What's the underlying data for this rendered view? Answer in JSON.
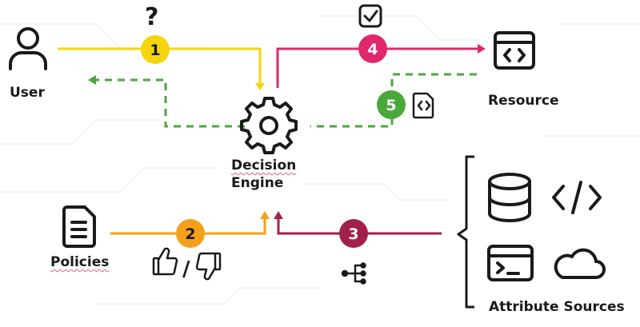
{
  "labels": {
    "user": "User",
    "decision_line1": "Decision",
    "decision_line2": "Engine",
    "resource": "Resource",
    "policies": "Policies",
    "attribute_sources": "Attribute Sources",
    "question_mark": "?"
  },
  "steps": [
    {
      "number": "1",
      "color": "#f5d60e",
      "line_color": "#f5d60e"
    },
    {
      "number": "2",
      "color": "#f5a01a",
      "line_color": "#f5a01a"
    },
    {
      "number": "3",
      "color": "#a3204a",
      "line_color": "#a3204a"
    },
    {
      "number": "4",
      "color": "#e0286c",
      "line_color": "#e0286c"
    },
    {
      "number": "5",
      "color": "#4aa83a",
      "line_color": "#4aa83a"
    }
  ],
  "colors": {
    "dashed_return": "#4aa83a",
    "icon": "#1a1a1a"
  },
  "icons": [
    "user-icon",
    "gear-icon",
    "browser-code-icon",
    "document-icon",
    "thumbs-up-icon",
    "thumbs-down-icon",
    "checkbox-icon",
    "file-code-icon",
    "database-icon",
    "code-brackets-icon",
    "terminal-icon",
    "cloud-icon",
    "tree-icon"
  ]
}
